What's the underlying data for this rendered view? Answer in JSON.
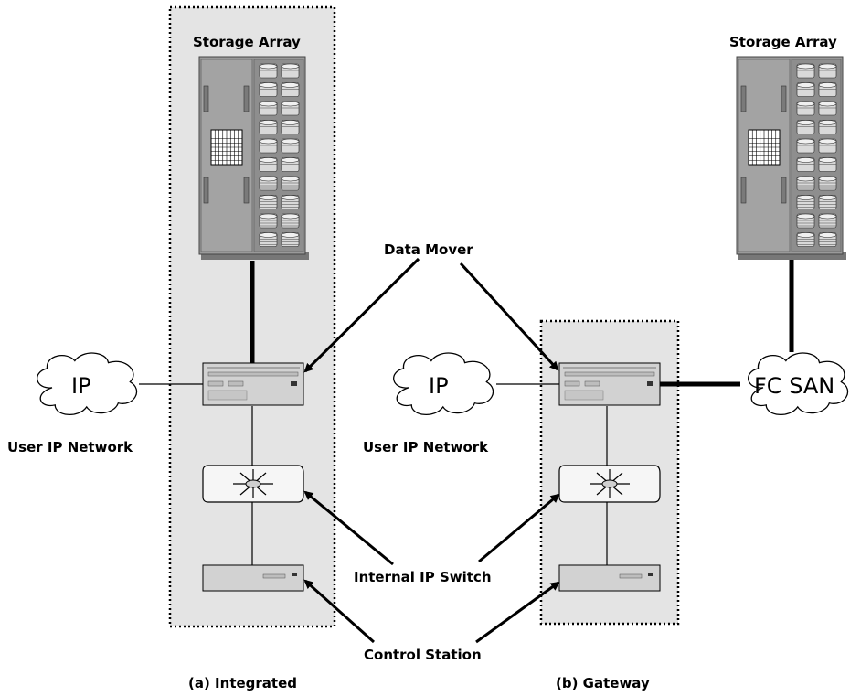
{
  "labels": {
    "storage_array_a": "Storage Array",
    "storage_array_b": "Storage Array",
    "data_mover": "Data Mover",
    "user_ip_network_a": "User IP Network",
    "user_ip_network_b": "User IP Network",
    "internal_ip_switch": "Internal IP Switch",
    "control_station": "Control Station",
    "caption_a": "(a) Integrated",
    "caption_b": "(b) Gateway",
    "ip_cloud_a": "IP",
    "ip_cloud_b": "IP",
    "fc_san_cloud": "FC SAN"
  },
  "colors": {
    "enclosure_fill": "#e4e4e4",
    "array_body": "#9a9a9a",
    "device_fill": "#d2d2d2",
    "line": "#000000"
  },
  "icons": [
    "storage-array-icon",
    "data-mover-icon",
    "ip-switch-icon",
    "control-station-icon",
    "cloud-icon"
  ]
}
